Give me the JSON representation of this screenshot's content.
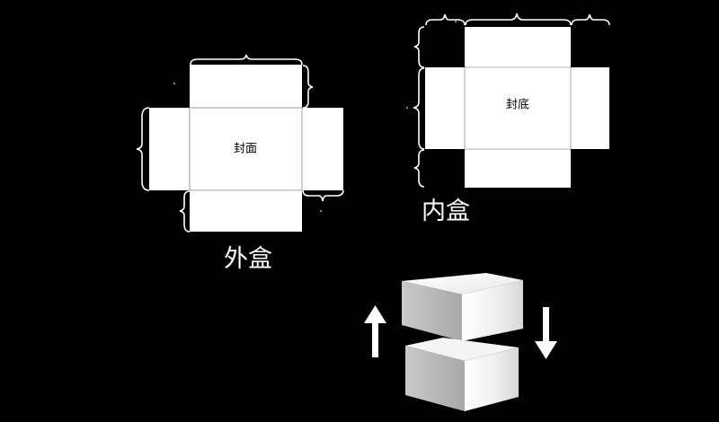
{
  "outer_box": {
    "caption": "外盒",
    "center_label": "封面"
  },
  "inner_box": {
    "caption": "内盒",
    "center_label": "封底"
  },
  "colors": {
    "background": "#000000",
    "panel": "#ffffff",
    "fold_line": "#999999"
  },
  "icons": [
    "up-arrow-icon",
    "down-arrow-icon",
    "box-lid-icon",
    "box-base-icon"
  ]
}
